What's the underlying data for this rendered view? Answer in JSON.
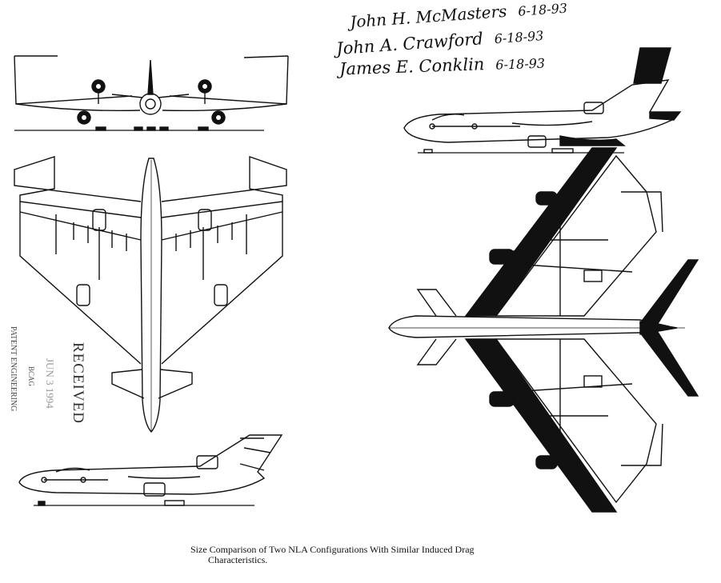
{
  "signatures": [
    {
      "name": "John H. McMasters",
      "date": "6-18-93"
    },
    {
      "name": "John A. Crawford",
      "date": "6-18-93"
    },
    {
      "name": "James E. Conklin",
      "date": "6-18-93"
    }
  ],
  "stamp": {
    "received": "RECEIVED",
    "date": "JUN 3 1994",
    "org": "BCAG",
    "dept": "PATENT ENGINEERING"
  },
  "caption": {
    "line1": "Size Comparison of Two NLA Configurations With Similar Induced Drag",
    "line2": "Characteristics."
  }
}
